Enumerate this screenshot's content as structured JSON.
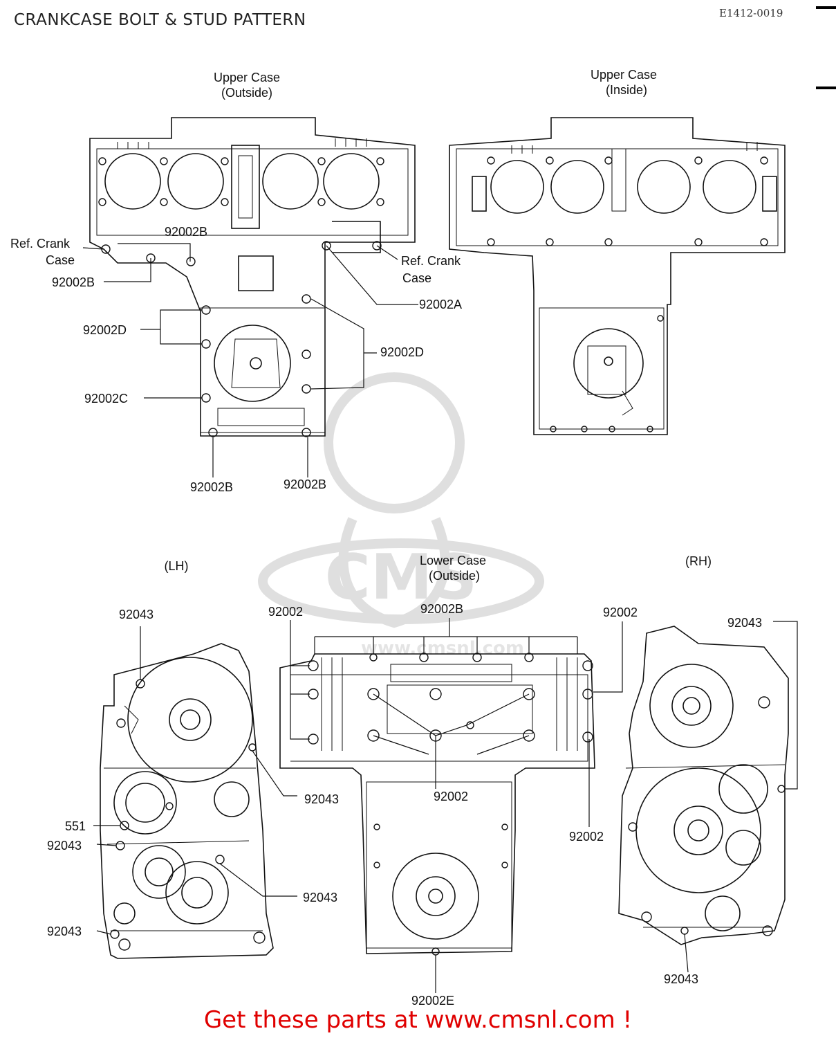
{
  "title": "CRANKCASE BOLT & STUD PATTERN",
  "ref_code": "E1412-0019",
  "headers": {
    "upper_outside": [
      "Upper Case",
      "(Outside)"
    ],
    "upper_inside": [
      "Upper Case",
      "(Inside)"
    ],
    "lower_outside": [
      "Lower Case",
      "(Outside)"
    ],
    "lh": "(LH)",
    "rh": "(RH)"
  },
  "labels": {
    "ref_crank_left": [
      "Ref. Crank",
      "Case"
    ],
    "ref_crank_right": [
      "Ref. Crank",
      "Case"
    ],
    "u_92002B_top": "92002B",
    "u_92002B_left": "92002B",
    "u_92002A": "92002A",
    "u_92002D_left": "92002D",
    "u_92002D_right": "92002D",
    "u_92002C": "92002C",
    "u_92002B_bottom_left": "92002B",
    "u_92002B_bottom_right": "92002B",
    "lh_92043_top": "92043",
    "lh_92043_mid": "92043",
    "lh_551": "551",
    "lh_92043_left1": "92043",
    "lh_92043_right": "92043",
    "lh_92043_left2": "92043",
    "l_92002_left": "92002",
    "l_92002B": "92002B",
    "l_92002_right": "92002",
    "l_92002_center": "92002",
    "l_92002_lowright": "92002",
    "l_92002E": "92002E",
    "rh_92043_top": "92043",
    "rh_92043_bottom": "92043"
  },
  "watermark": "www.cmsnl.com",
  "footer": "Get these parts at www.cmsnl.com !"
}
